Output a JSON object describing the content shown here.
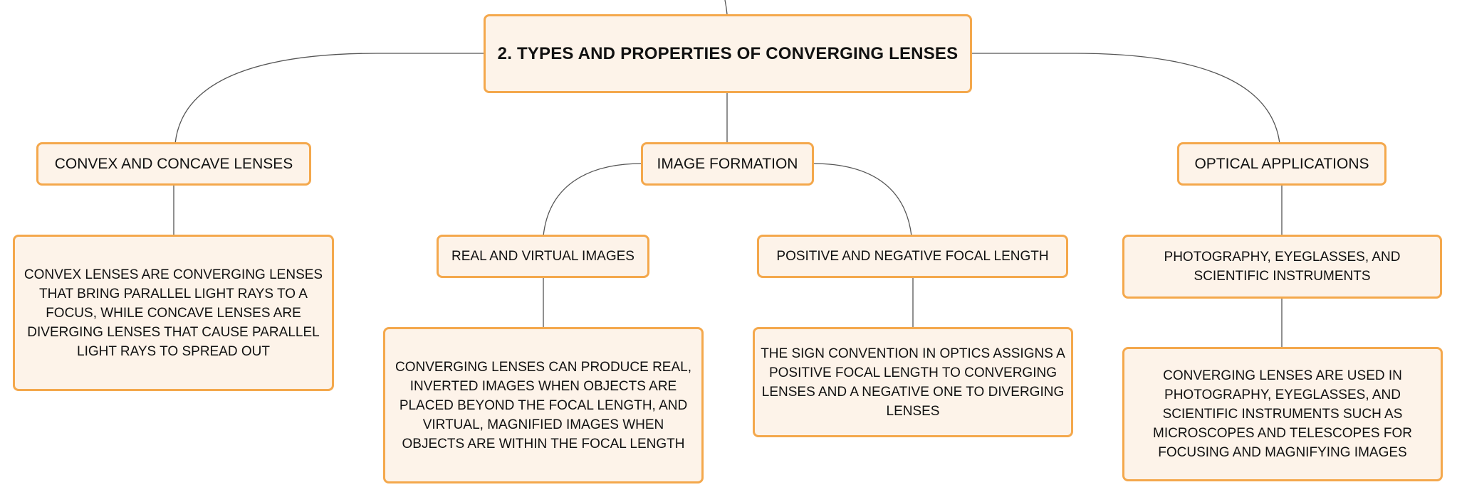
{
  "root": {
    "title": "2. TYPES AND PROPERTIES OF CONVERGING LENSES"
  },
  "branches": {
    "lenses": {
      "title": "CONVEX AND CONCAVE LENSES",
      "detail": "CONVEX LENSES ARE CONVERGING LENSES THAT BRING PARALLEL LIGHT RAYS TO A FOCUS, WHILE CONCAVE LENSES ARE DIVERGING LENSES THAT CAUSE PARALLEL LIGHT RAYS TO SPREAD OUT"
    },
    "image_formation": {
      "title": "IMAGE FORMATION",
      "real_virtual": {
        "title": "REAL AND VIRTUAL IMAGES",
        "detail": "CONVERGING LENSES CAN PRODUCE REAL, INVERTED IMAGES WHEN OBJECTS ARE PLACED BEYOND THE FOCAL LENGTH, AND VIRTUAL, MAGNIFIED IMAGES WHEN OBJECTS ARE WITHIN THE FOCAL LENGTH"
      },
      "focal_length": {
        "title": "POSITIVE AND NEGATIVE FOCAL LENGTH",
        "detail": "THE SIGN CONVENTION IN OPTICS ASSIGNS A POSITIVE FOCAL LENGTH TO CONVERGING LENSES AND A NEGATIVE ONE TO DIVERGING LENSES"
      }
    },
    "applications": {
      "title": "OPTICAL APPLICATIONS",
      "sub": {
        "title": "PHOTOGRAPHY, EYEGLASSES, AND SCIENTIFIC INSTRUMENTS",
        "detail": "CONVERGING LENSES ARE USED IN PHOTOGRAPHY, EYEGLASSES, AND SCIENTIFIC INSTRUMENTS SUCH AS MICROSCOPES AND TELESCOPES FOR FOCUSING AND MAGNIFYING IMAGES"
      }
    }
  },
  "colors": {
    "node_fill": "#fdf3e9",
    "node_border": "#f4a84c",
    "connector": "#555555",
    "text": "#111111"
  }
}
